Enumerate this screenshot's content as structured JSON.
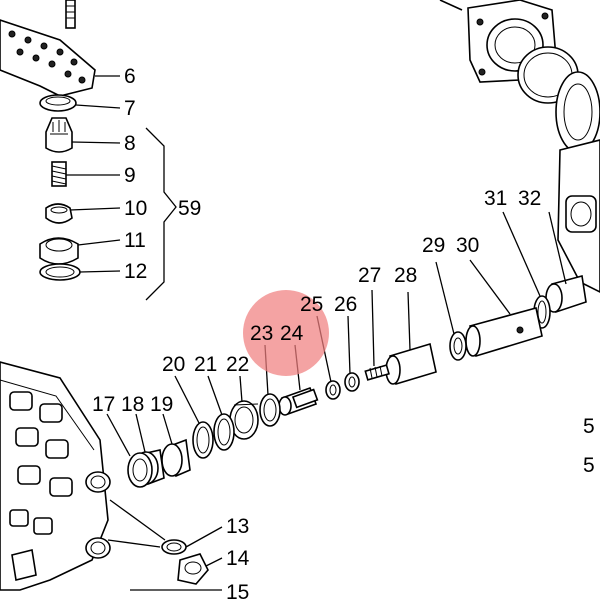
{
  "diagram": {
    "labels": {
      "p5a": "5",
      "p5b": "5",
      "p6": "6",
      "p7": "7",
      "p8": "8",
      "p9": "9",
      "p10": "10",
      "p11": "11",
      "p12": "12",
      "p13": "13",
      "p14": "14",
      "p15": "15",
      "p17": "17",
      "p18": "18",
      "p19": "19",
      "p20": "20",
      "p21": "21",
      "p22": "22",
      "p23": "23",
      "p24": "24",
      "p25": "25",
      "p26": "26",
      "p27": "27",
      "p28": "28",
      "p29": "29",
      "p30": "30",
      "p31": "31",
      "p32": "32",
      "p59": "59"
    },
    "highlight": {
      "color": "#f08080",
      "part": "24"
    }
  }
}
